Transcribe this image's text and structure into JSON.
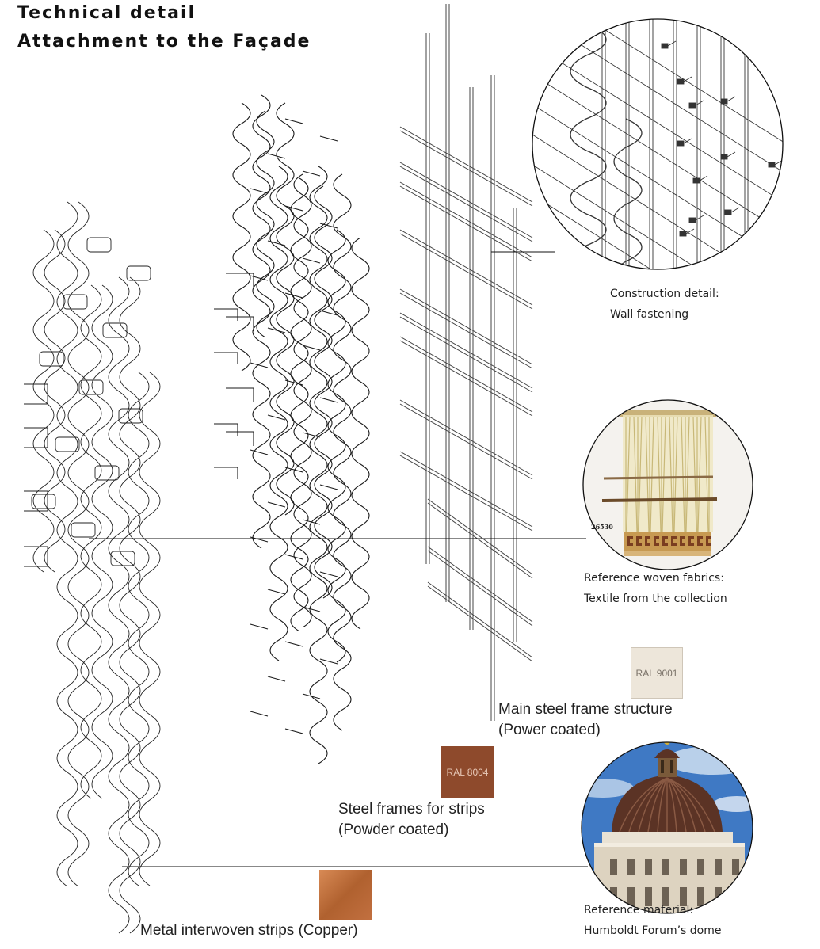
{
  "title": {
    "line1": "Technical detail",
    "line2": "Attachment to the Façade"
  },
  "labels": {
    "construction": {
      "line1": "Construction detail:",
      "line2": "Wall fastening"
    },
    "woven": {
      "line1": "Reference woven fabrics:",
      "line2": "Textile from the collection",
      "catalog_number": "26530"
    },
    "steel_main": {
      "line1": "Main steel frame structure",
      "line2": "(Power coated)"
    },
    "steel_strips": {
      "line1": "Steel frames for strips",
      "line2": "(Powder coated)"
    },
    "copper": {
      "line1": "Metal interwoven strips (Copper)"
    },
    "dome": {
      "line1": "Reference material:",
      "line2": "Humboldt Forum’s dome"
    }
  },
  "swatches": {
    "ral9001": {
      "text": "RAL 9001",
      "color": "#ede6da",
      "text_color": "#7a7268"
    },
    "ral8004": {
      "text": "RAL 8004",
      "color": "#8e4a2c",
      "text_color": "#e8c9b8"
    },
    "copper": {
      "text": "",
      "color": "#b0612f"
    }
  },
  "colors": {
    "line": "#1a1a1a",
    "sky": "#3f79c4",
    "dome": "#5b3325",
    "fabric": "#e7dcb0"
  }
}
